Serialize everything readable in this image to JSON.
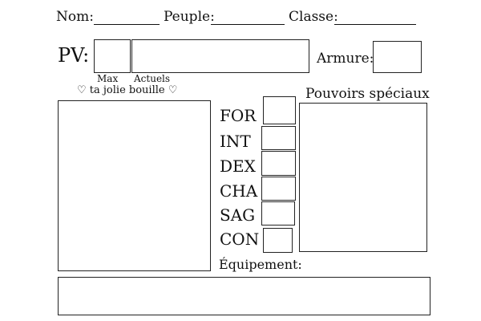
{
  "header": {
    "nom_label": "Nom:",
    "peuple_label": "Peuple:",
    "classe_label": "Classe:"
  },
  "pv": {
    "label": "PV:",
    "max_label": "Max",
    "current_label": "Actuels"
  },
  "armure_label": "Armure:",
  "portrait": {
    "heart_left": "♡",
    "caption": "ta jolie bouille",
    "heart_right": "♡"
  },
  "stats": [
    "FOR",
    "INT",
    "DEX",
    "CHA",
    "SAG",
    "CON"
  ],
  "powers_label": "Pouvoirs spéciaux",
  "equipment_label": "Équipement:"
}
